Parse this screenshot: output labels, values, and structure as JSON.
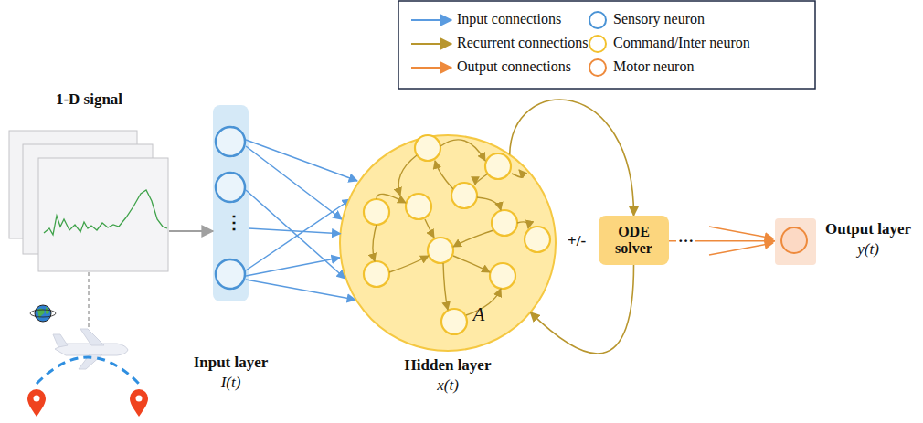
{
  "diagram": {
    "nodes": [
      {
        "text": [
          "1-D signal"
        ]
      },
      {
        "text": [
          "Input layer",
          "I(t)"
        ]
      },
      {
        "text": [
          "A",
          "Hidden layer",
          "x(t)"
        ]
      },
      {
        "text": [
          "ODE solver"
        ]
      },
      {
        "text": [
          "Output layer",
          "y(t)"
        ]
      }
    ],
    "edges": [
      {
        "from": 0,
        "to": 1,
        "arrow": "to"
      },
      {
        "from": 1,
        "to": 2,
        "arrow": "to"
      },
      {
        "from": 2,
        "to": 3,
        "arrow": "to"
      },
      {
        "from": 3,
        "to": 2,
        "arrow": "to"
      },
      {
        "from": 3,
        "to": 4,
        "arrow": "to"
      }
    ],
    "labels": [
      "⋮",
      "+/-",
      "…"
    ],
    "legend": [
      {
        "text": "Input connections"
      },
      {
        "text": "Recurrent connections"
      },
      {
        "text": "Output connections"
      },
      {
        "text": "Sensory neuron"
      },
      {
        "text": "Command/Inter neuron"
      },
      {
        "text": "Motor neuron"
      }
    ]
  }
}
